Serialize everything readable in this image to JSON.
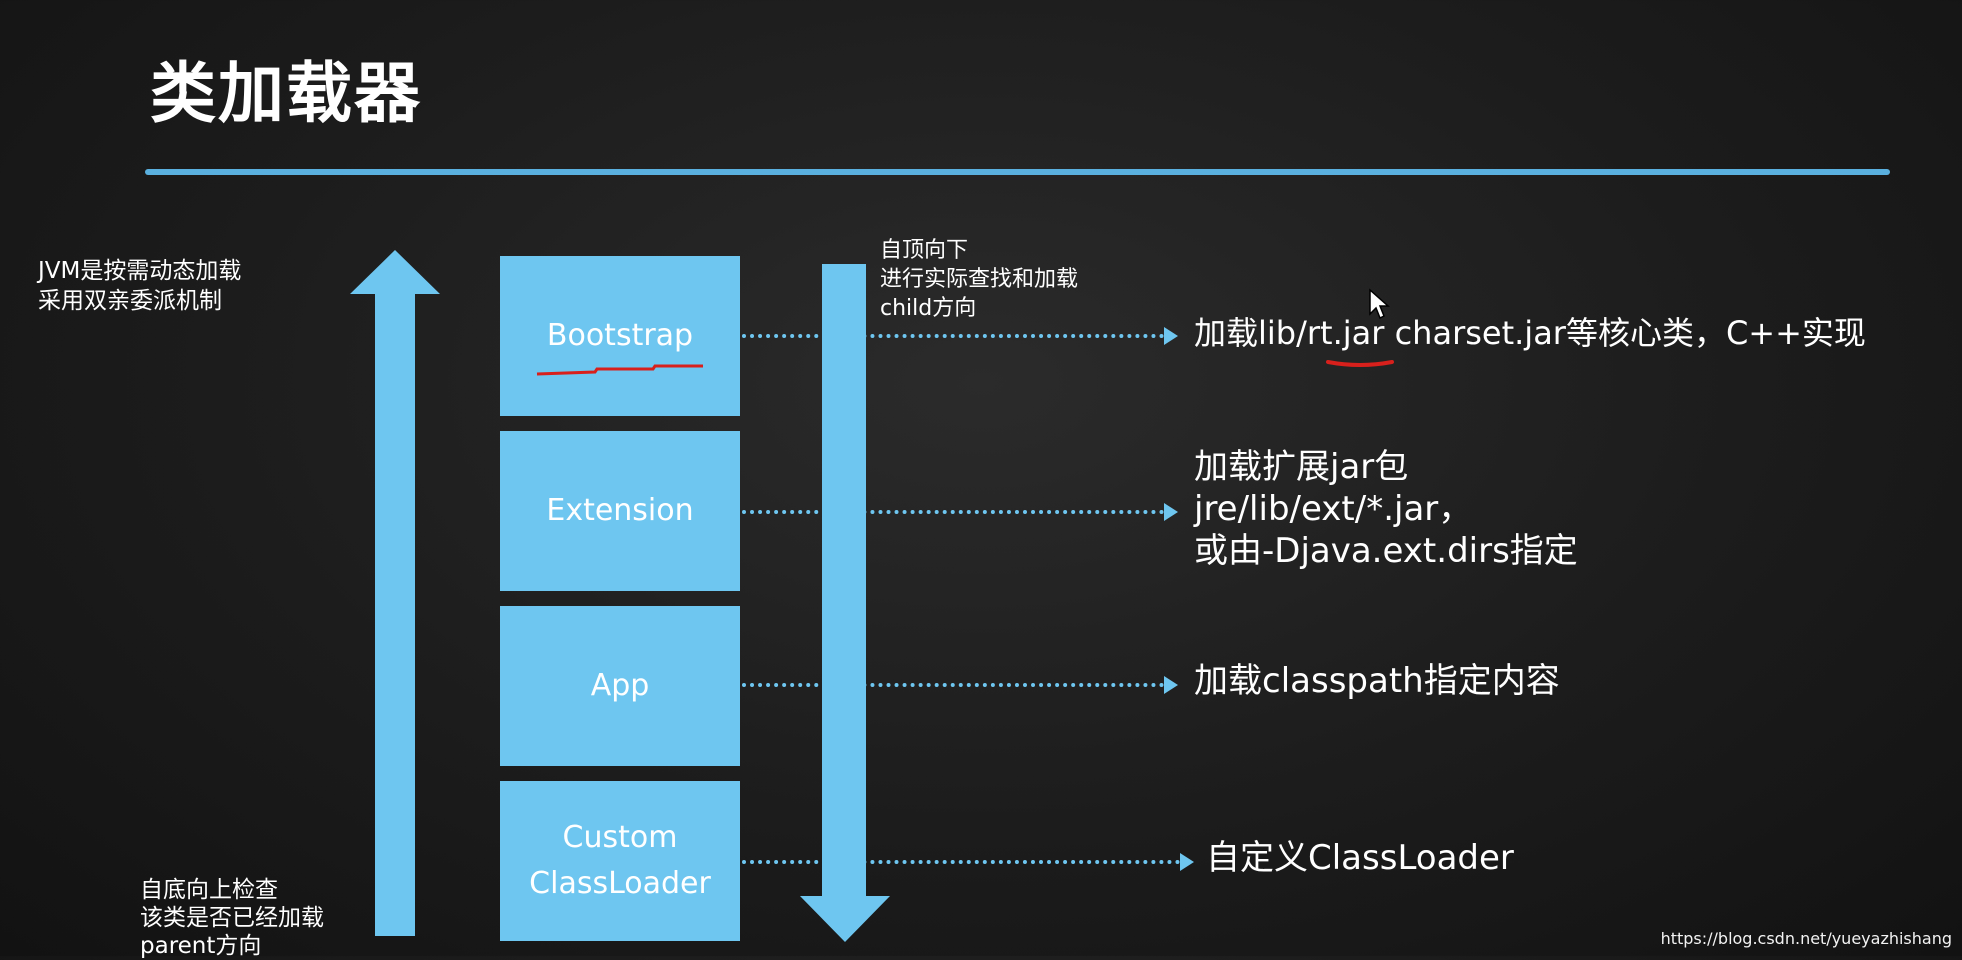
{
  "title": "类加载器",
  "left_note": {
    "line1": "JVM是按需动态加载",
    "line2": "采用双亲委派机制"
  },
  "bottom_note": {
    "line1": "自底向上检查",
    "line2": "该类是否已经加载",
    "line3": "parent方向"
  },
  "top_note": {
    "line1": "自顶向下",
    "line2": "进行实际查找和加载",
    "line3": "child方向"
  },
  "loaders": [
    {
      "name": "Bootstrap"
    },
    {
      "name": "Extension"
    },
    {
      "name": "App"
    },
    {
      "name_line1": "Custom",
      "name_line2": "ClassLoader"
    }
  ],
  "descriptions": {
    "bootstrap": "加载lib/rt.jar charset.jar等核心类，C++实现",
    "extension_line1": "加载扩展jar包",
    "extension_line2": "jre/lib/ext/*.jar，",
    "extension_line3": "或由-Djava.ext.dirs指定",
    "app": "加载classpath指定内容",
    "custom": "自定义ClassLoader"
  },
  "watermark": "https://blog.csdn.net/yueyazhishang",
  "colors": {
    "accent": "#6ec6f0",
    "rule": "#5ab0df",
    "annotation": "#d8201c",
    "background": "#1c1c1c"
  }
}
